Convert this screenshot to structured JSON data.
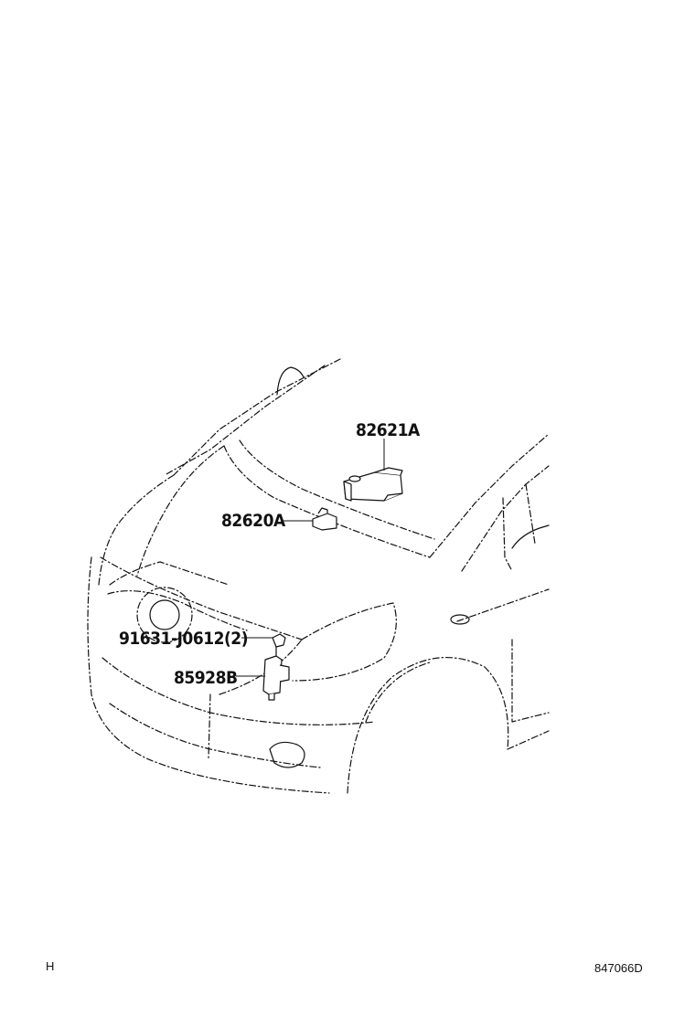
{
  "callouts": [
    {
      "key": "p1",
      "label": "82621A"
    },
    {
      "key": "p2",
      "label": "82620A"
    },
    {
      "key": "p3",
      "label": "91631-J0612(2)"
    },
    {
      "key": "p4",
      "label": "85928B"
    }
  ],
  "footer": {
    "left_code": "H",
    "right_code": "847066D"
  }
}
